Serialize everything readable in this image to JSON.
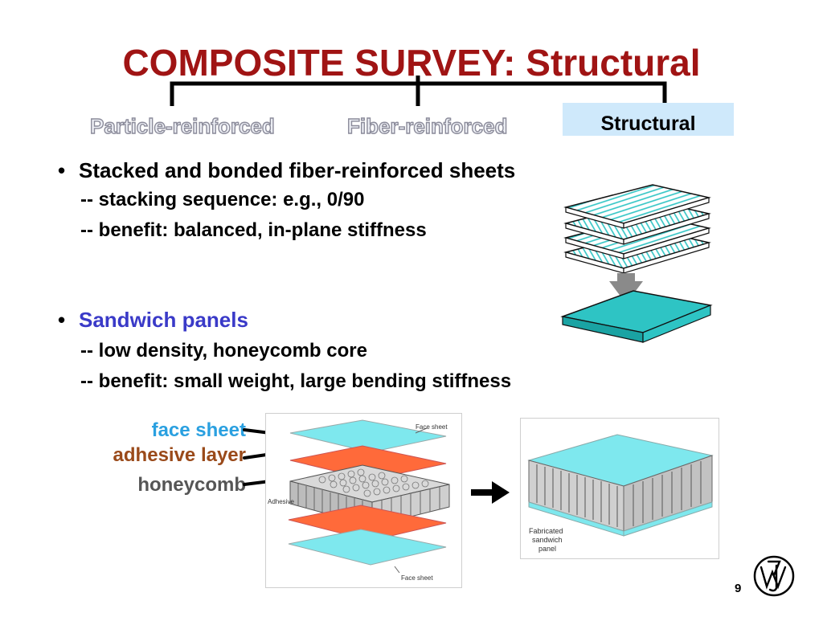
{
  "title": "COMPOSITE SURVEY:  Structural",
  "categories": {
    "particle": "Particle-reinforced",
    "fiber": "Fiber-reinforced",
    "structural": "Structural"
  },
  "bullets": [
    {
      "marker": "•",
      "heading": "Stacked and bonded fiber-reinforced sheets",
      "heading_color": "#000000",
      "subs": [
        "-- stacking sequence:  e.g., 0/90",
        "-- benefit:  balanced, in-plane stiffness"
      ]
    },
    {
      "marker": "•",
      "heading": "Sandwich panels",
      "heading_color": "#3a3ac8",
      "subs": [
        "-- low density, honeycomb core",
        "-- benefit:  small weight, large bending stiffness"
      ]
    }
  ],
  "diagram_labels": {
    "face_sheet": "face sheet",
    "face_sheet_color": "#2aa0e0",
    "adhesive_layer": "adhesive layer",
    "adhesive_layer_color": "#9a4a1a",
    "honeycomb": "honeycomb",
    "honeycomb_color": "#555555"
  },
  "figure_labels": {
    "face_sheet_top": "Face sheet",
    "adhesive": "Adhesive",
    "face_sheet_bottom": "Face sheet",
    "fabricated_1": "Fabricated",
    "fabricated_2": "sandwich",
    "fabricated_3": "panel"
  },
  "colors": {
    "title": "#a01414",
    "teal": "#2ec4c4",
    "cyan": "#7ee8ee",
    "orange": "#ff6a3a"
  },
  "page_number": "9"
}
